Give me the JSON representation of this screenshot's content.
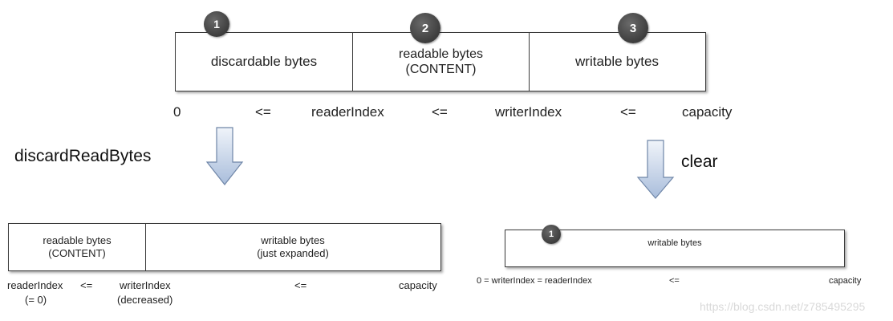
{
  "top": {
    "segments": [
      {
        "badge": "1",
        "line1": "discardable bytes",
        "line2": ""
      },
      {
        "badge": "2",
        "line1": "readable bytes",
        "line2": "(CONTENT)"
      },
      {
        "badge": "3",
        "line1": "writable bytes",
        "line2": ""
      }
    ],
    "index_labels": [
      "0",
      "<=",
      "readerIndex",
      "<=",
      "writerIndex",
      "<=",
      "capacity"
    ]
  },
  "operations": {
    "left": "discardReadBytes",
    "right": "clear"
  },
  "left_result": {
    "segments": [
      {
        "line1": "readable bytes",
        "line2": "(CONTENT)"
      },
      {
        "line1": "writable bytes",
        "line2": "(just expanded)"
      }
    ],
    "index_labels": {
      "reader": "readerIndex",
      "reader_sub": "(= 0)",
      "le1": "<=",
      "writer": "writerIndex",
      "writer_sub": "(decreased)",
      "le2": "<=",
      "capacity": "capacity"
    }
  },
  "right_result": {
    "badge": "1",
    "segment": "writable bytes",
    "index_labels": {
      "start": "0 = writerIndex  =  readerIndex",
      "le": "<=",
      "capacity": "capacity"
    }
  },
  "watermark": "https://blog.csdn.net/z785495295",
  "colors": {
    "border": "#3a3a3a",
    "badge": "#4a4a4a",
    "arrow_fill_top": "#f0f4fa",
    "arrow_fill_bottom": "#a9bddb",
    "arrow_stroke": "#6f86a8"
  }
}
